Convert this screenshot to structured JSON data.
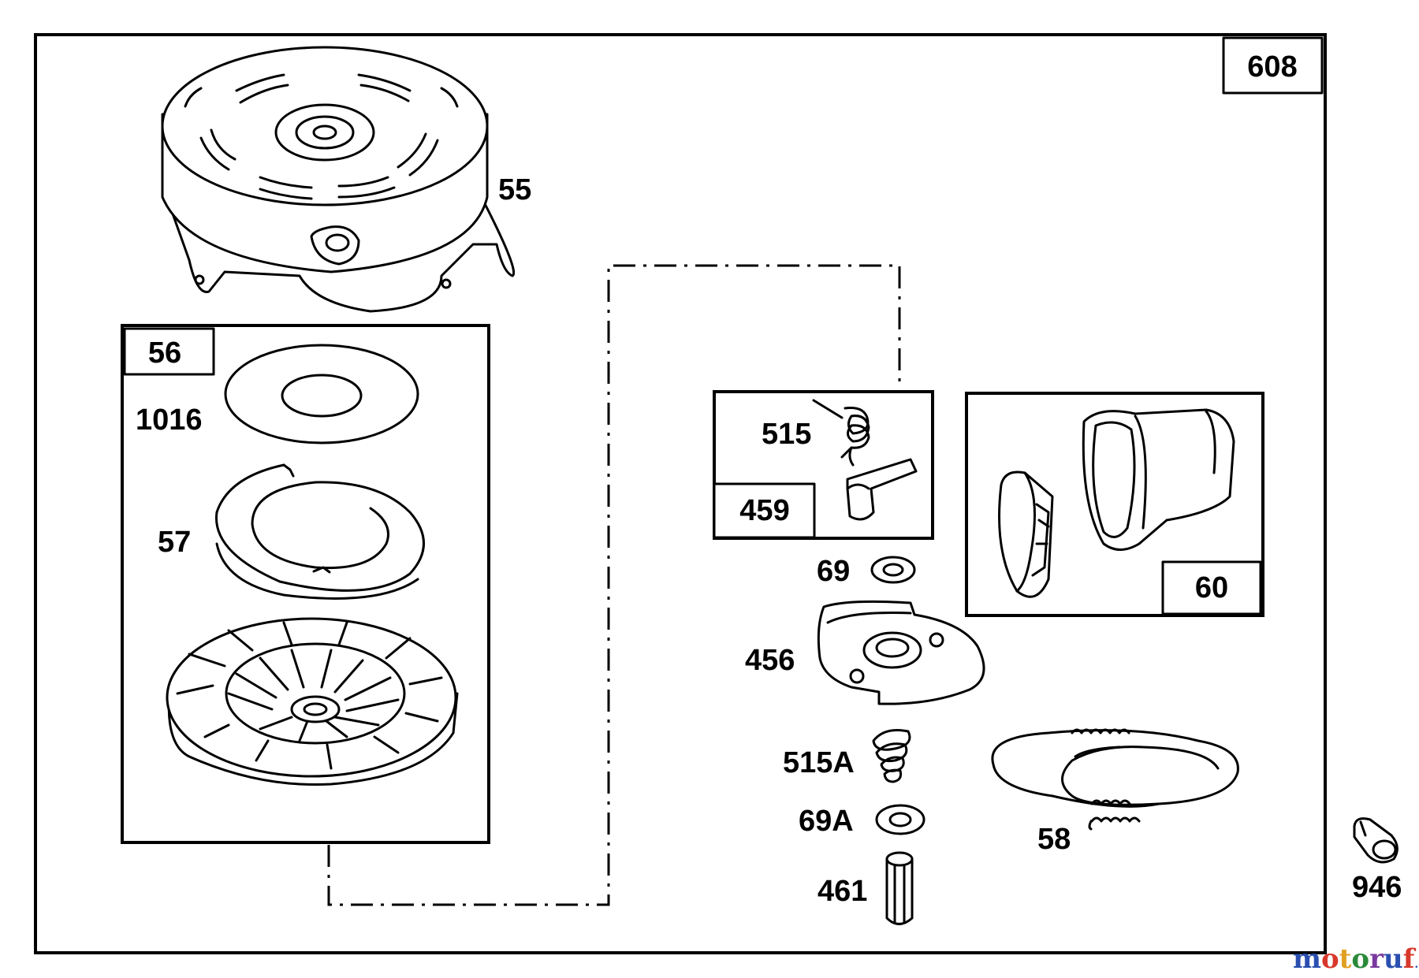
{
  "diagram": {
    "assembly_label": "608",
    "parts": {
      "p55": "55",
      "p56": "56",
      "p1016": "1016",
      "p57": "57",
      "p515": "515",
      "p459": "459",
      "p60": "60",
      "p69": "69",
      "p456": "456",
      "p515A": "515A",
      "p69A": "69A",
      "p461": "461",
      "p58": "58",
      "p946": "946"
    }
  },
  "watermark": {
    "brand": "motoruf",
    "suffix": ".de",
    "colors": [
      "#2a4fb0",
      "#d8382b",
      "#e0a020",
      "#2a8a3a",
      "#7a3aa0",
      "#2a4fb0",
      "#d8382b"
    ]
  }
}
